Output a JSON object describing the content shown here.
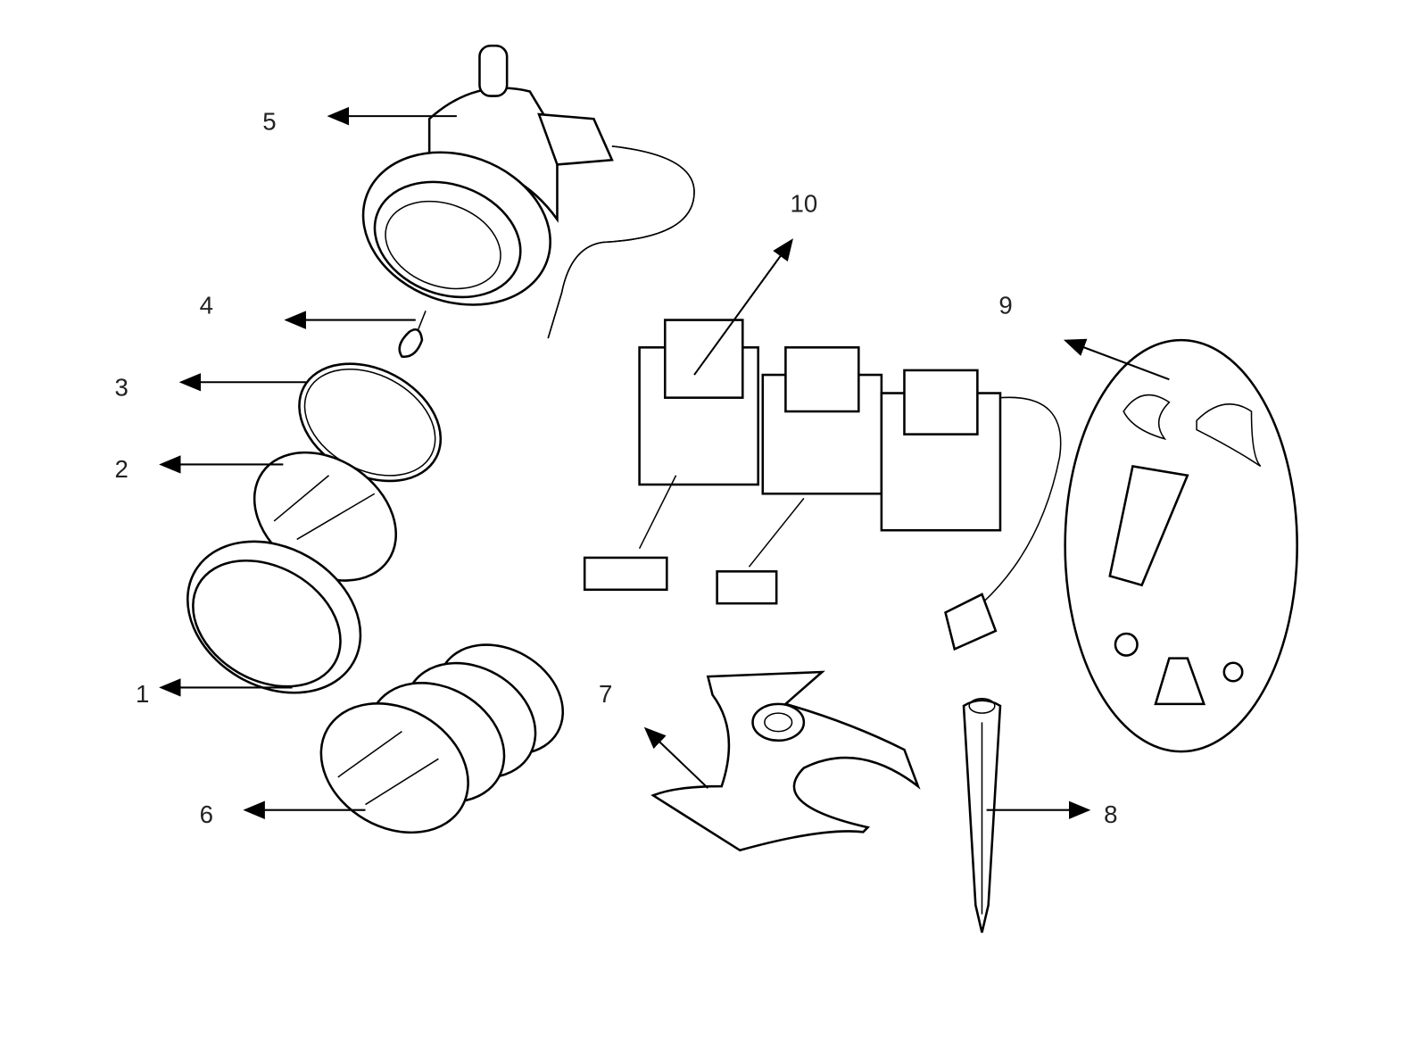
{
  "diagram": {
    "type": "exploded-parts-diagram",
    "labels": {
      "p1": "1",
      "p2": "2",
      "p3": "3",
      "p4": "4",
      "p5": "5",
      "p6": "6",
      "p7": "7",
      "p8": "8",
      "p9": "9",
      "p10": "10"
    },
    "colors": {
      "line": "#000000",
      "background": "#ffffff"
    }
  }
}
